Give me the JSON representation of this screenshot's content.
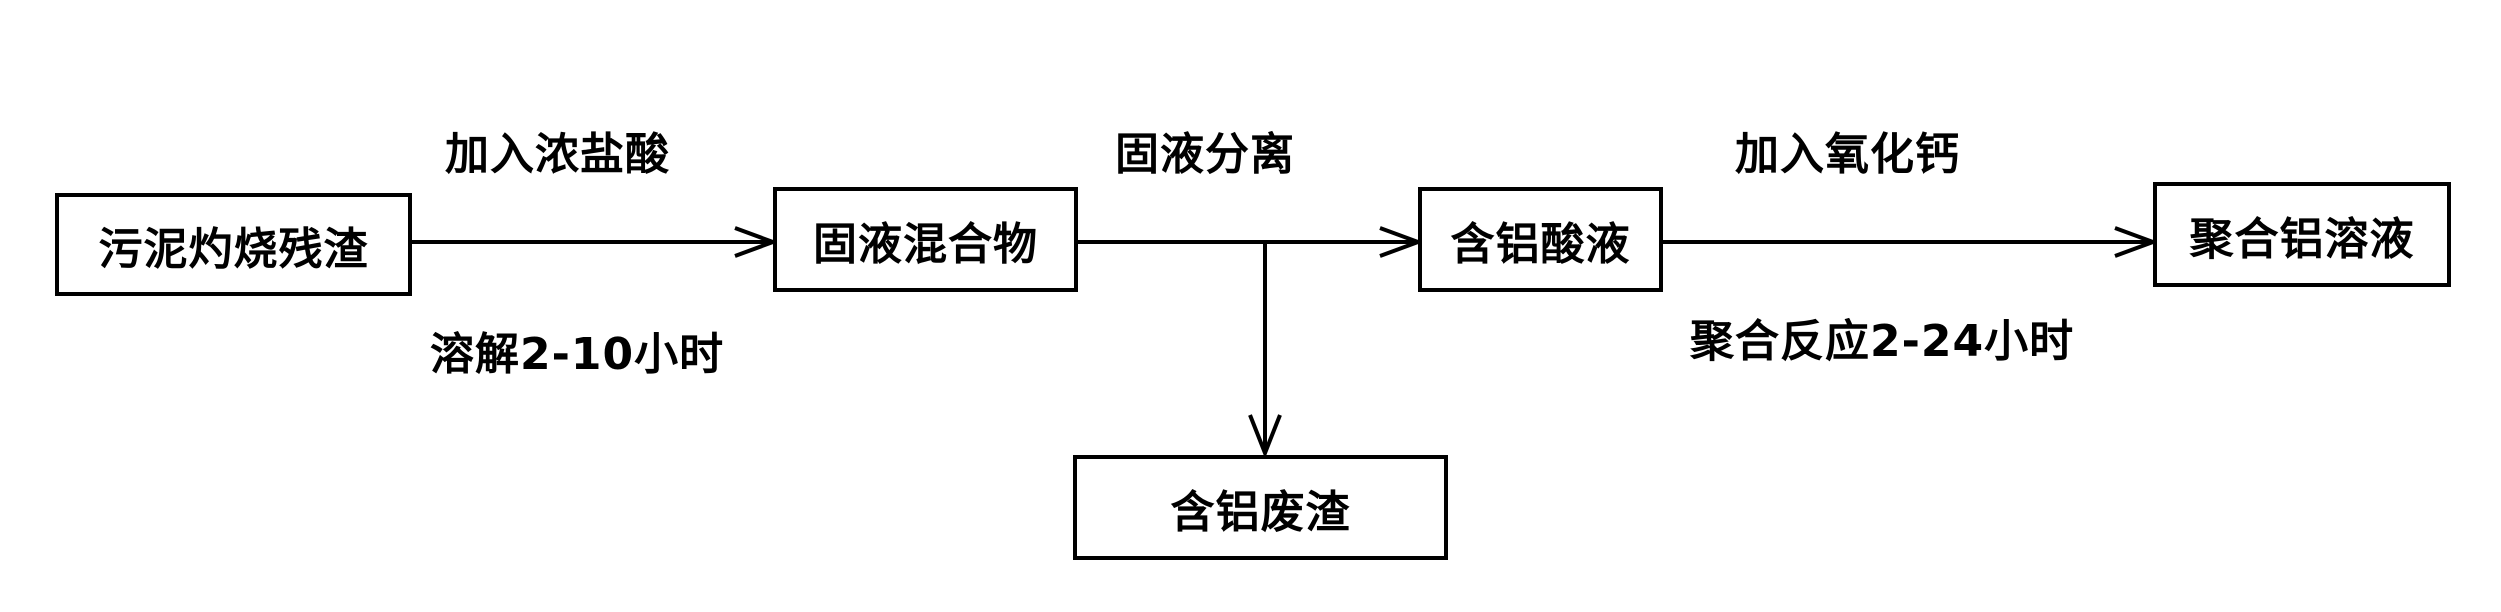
{
  "nodes": {
    "sludge_residue": "污泥灼烧残渣",
    "solid_liquid_mixture": "固液混合物",
    "aluminum_acid_liquid": "含铝酸液",
    "polyaluminum_solution": "聚合铝溶液",
    "aluminum_waste_residue": "含铝废渣"
  },
  "edges": {
    "add_hcl": "加入浓盐酸",
    "dissolve_time": "溶解2-10小时",
    "separation": "固液分离",
    "add_cao": "加入氧化钙",
    "polymerize_time": "聚合反应2-24小时"
  },
  "colors": {
    "stroke": "#000000",
    "background": "#ffffff"
  }
}
